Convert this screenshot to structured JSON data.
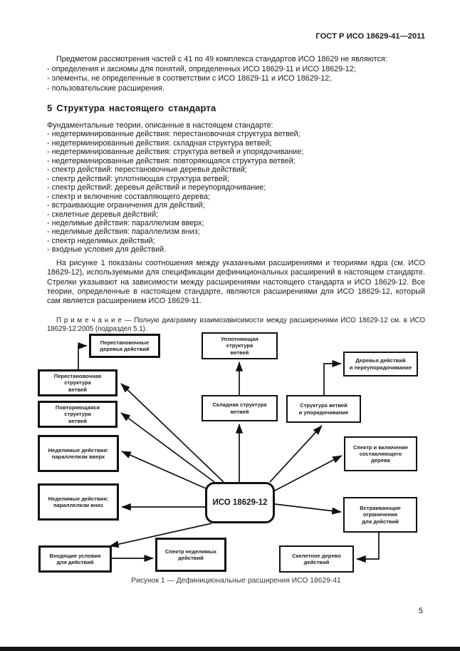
{
  "page": {
    "header": "ГОСТ Р ИСО 18629-41—2011",
    "page_number": "5"
  },
  "intro": {
    "lead": "Предметом рассмотрения частей с 41 по 49 комплекса стандартов ИСО 18629 не являются:",
    "items": [
      "- определения и аксиомы для понятий, определенных ИСО 18629-11 и ИСО 18629-12;",
      "- элементы, не определенные в соответствии с ИСО 18629-11 и ИСО 18629-12;",
      "- пользовательские расширения."
    ]
  },
  "section": {
    "heading": "5 Структура настоящего стандарта",
    "theories_lead": "Фундаментальные теории, описанные в настоящем стандарте:",
    "theories": [
      "- недетерминированные действия: перестановочная структура ветвей;",
      "- недетерминированные действия: складная структура ветвей;",
      "- недетерминированные действия: структура ветвей и упорядочивание;",
      "- недетерминированные действия: повторяющаяся структура ветвей;",
      "- спектр действий: перестановочные деревья действий;",
      "- спектр действий: уплотняющая структура ветвей;",
      "- спектр действий: деревья действий и переупорядочивание;",
      "- спектр и включение составляющего дерева;",
      "- встраивающие ограничения для действий;",
      "- скелетные деревья действий;",
      "- неделимые действия: параллелизм вверх;",
      "- неделимые действия: параллелизм вниз;",
      "- спектр неделимых действий;",
      "- входные условия для действий."
    ],
    "paragraph": "На рисунке 1 показаны соотношения между указанными расширениями и теориями ядра (см. ИСО 18629-12), используемыми для спецификации дефинициональных расширений в настоящем стандарте. Стрелки указывают на зависимости между расширениями настоящего стандарта и ИСО 18629-12. Все теории, определенные в настоящем стандарте, являются расширениями для ИСО 18629-12, который сам является расширением ИСО 18629-11.",
    "note": "П р и м е ч а н и е — Полную диаграмму взаимозависимости  между  расширениями  ИСО 18629-12 см. в ИСО 18629-12:2005 (подраздел 5.1)."
  },
  "figure": {
    "caption": "Рисунок 1 — Дефинициональные расширения ИСО 18629-41",
    "center": "ИСО 18629-12",
    "boxes": {
      "perm_trees": "Перестановочные\nдеревья действий",
      "compact_structure": "Уплотняющая\nструктура\nветвей",
      "trees_reorder": "Деревья действий\nи переупорядочивание",
      "perm_structure": "Перестановочная\nструктура\nветвей",
      "repeat_structure": "Повторяющаяся\nструктура\nветвей",
      "fold_structure": "Складная структура\nветвей",
      "structure_order": "Структура ветвей\nи упорядочивание",
      "atomic_up": "Неделимые действия:\nпараллелизм вверх",
      "spectrum_inclusion": "Спектр и включение\nсоставляющего\nдерева",
      "atomic_down": "Неделимые действия:\nпараллелизм вниз",
      "embed_constraints": "Встраивающие\nограничения\nдля действий",
      "input_conditions": "Входящие условия\nдля действий",
      "atomic_spectrum": "Спектр неделимых\nдействий",
      "skeletal_tree": "Скелетное дерево\nдействий"
    }
  }
}
